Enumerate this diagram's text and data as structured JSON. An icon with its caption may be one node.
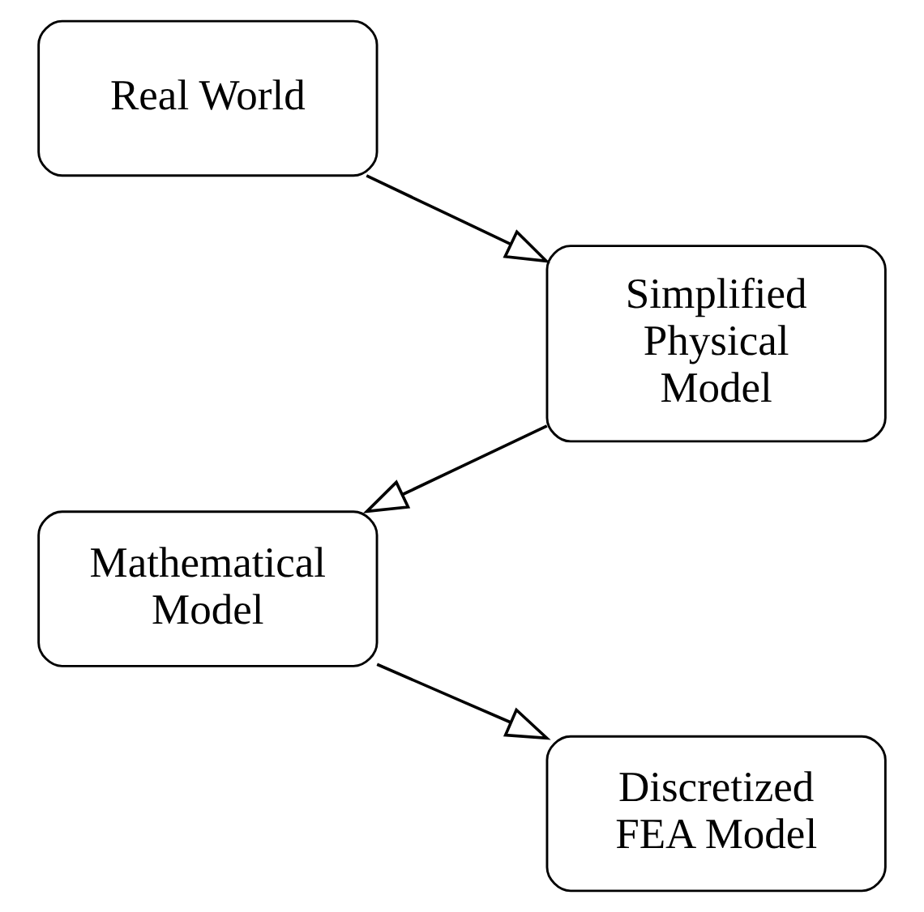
{
  "diagram": {
    "nodes": [
      {
        "text": [
          "Real World"
        ]
      },
      {
        "text": [
          "Simplified Physical Model"
        ]
      },
      {
        "text": [
          "Mathematical Model"
        ]
      },
      {
        "text": [
          "Discretized FEA Model"
        ]
      }
    ],
    "edges": [
      {
        "from": 0,
        "to": 1,
        "arrow": "to"
      },
      {
        "from": 1,
        "to": 2,
        "arrow": "to"
      },
      {
        "from": 2,
        "to": 3,
        "arrow": "to"
      }
    ]
  }
}
